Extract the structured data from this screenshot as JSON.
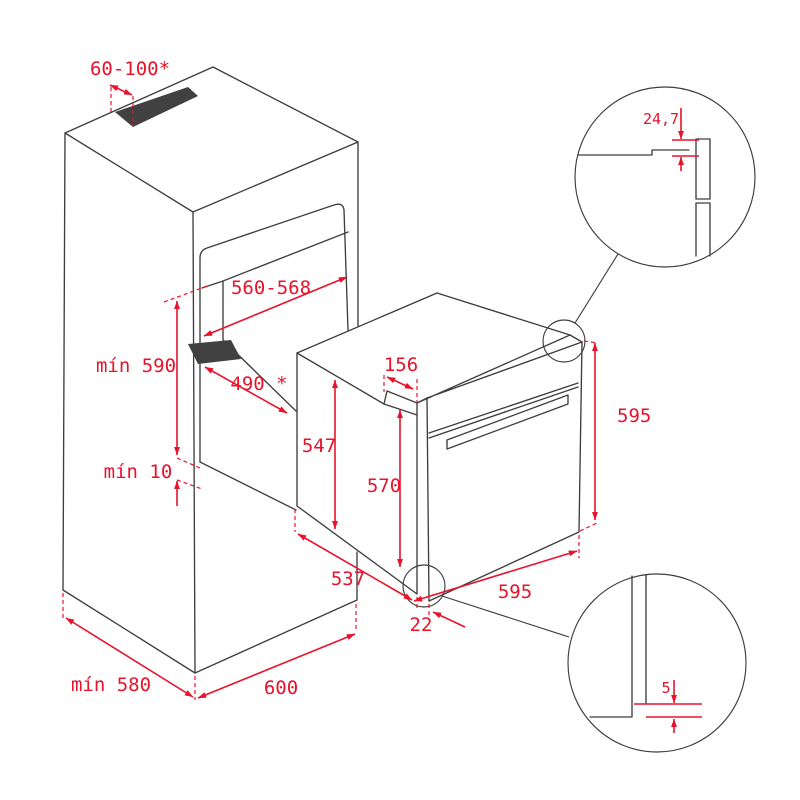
{
  "diagram": {
    "title": "built-in oven installation dimensions",
    "colors": {
      "dimension_red": "#e8132b",
      "drawing_line": "#3e3e3e",
      "vent_slot_fill": "#414141",
      "background": "#ffffff"
    }
  },
  "dimensions": {
    "top_vent": "60-100*",
    "niche_width": "560-568",
    "niche_min_height": "mín 590",
    "min_bottom_gap": "mín 10",
    "niche_depth": "490 *",
    "top_recess": "156",
    "oven_top_depth": "547",
    "oven_front_height": "570",
    "oven_height": "595",
    "oven_bottom_depth": "537",
    "oven_width": "595",
    "front_frame_depth": "22",
    "cabinet_min_depth": "mín 580",
    "cabinet_width": "600",
    "detail_top_offset": "24,7",
    "detail_bottom_gap": "5"
  }
}
